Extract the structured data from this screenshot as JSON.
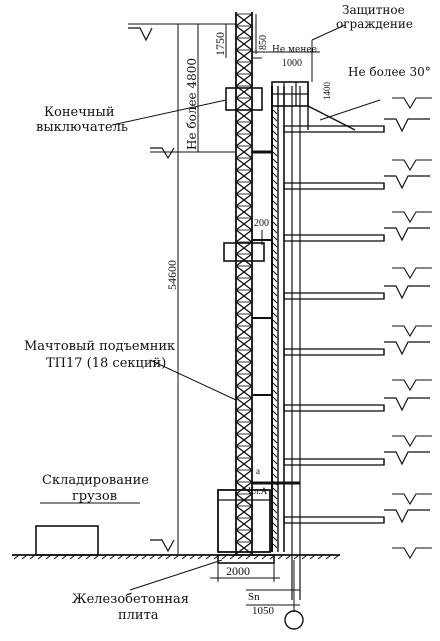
{
  "labels": {
    "protective_fence_line1": "Защитное",
    "protective_fence_line2": "ограждение",
    "not_less": "Не менее",
    "not_more_30": "Не более 30°",
    "limit_switch_line1": "Конечный",
    "limit_switch_line2": "выключатель",
    "mast_lift_line1": "Мачтовый подъемник",
    "mast_lift_line2": "ТП17 (18 секций)",
    "storage_line1": "Складирование",
    "storage_line2": "грузов",
    "slab_line1": "Железобетонная",
    "slab_line2": "плита"
  },
  "dimensions": {
    "d1750": "1750",
    "d850": "850",
    "d1000": "1000",
    "d1400": "1400",
    "not_more_4800": "Не более 4800",
    "d54600": "54600",
    "d200": "200",
    "d2000": "2000",
    "sn": "Sn",
    "d1050": "1050",
    "kl_a": "Кл.А",
    "a_mark": "а"
  }
}
